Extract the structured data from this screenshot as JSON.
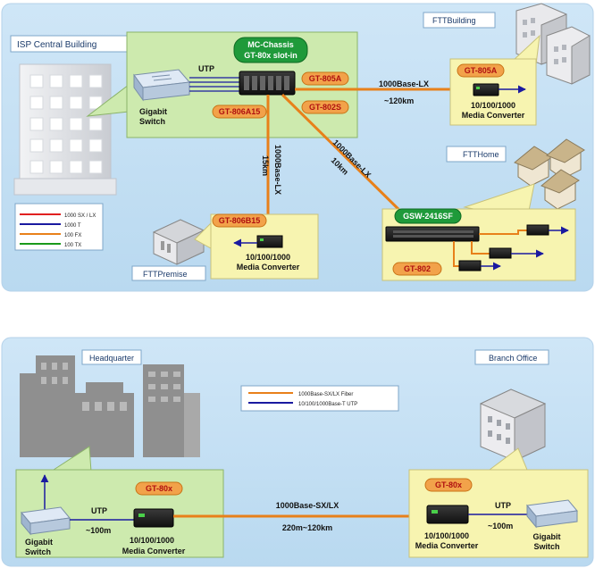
{
  "top": {
    "isp_building_label": "ISP Central Building",
    "ftt_building_label": "FTTBuilding",
    "ftt_home_label": "FTTHome",
    "ftt_premise_label": "FTTPremise",
    "chassis_line1": "MC-Chassis",
    "chassis_line2": "GT-80x slot-in",
    "utp_label": "UTP",
    "gigabit_switch_line1": "Gigabit",
    "gigabit_switch_line2": "Switch",
    "card_805a": "GT-805A",
    "card_806a15": "GT-806A15",
    "card_802s": "GT-802S",
    "link_right_line1": "1000Base-LX",
    "link_right_line2": "~120km",
    "link_down_line1": "1000Base-LX",
    "link_down_line2": "15km",
    "link_diag_line1": "1000Base-LX",
    "link_diag_line2": "10km",
    "building_unit": "GT-805A",
    "premise_unit": "GT-806B15",
    "home_switch": "GSW-2416SF",
    "home_unit": "GT-802",
    "mc_line1": "10/100/1000",
    "mc_line2": "Media Converter",
    "legend": [
      {
        "text": "1000  SX / LX",
        "color": "#e02020"
      },
      {
        "text": "1000  T",
        "color": "#1a1aa0"
      },
      {
        "text": "100   FX",
        "color": "#e8801a"
      },
      {
        "text": "100   TX",
        "color": "#1a9a1a"
      }
    ]
  },
  "bottom": {
    "hq_label": "Headquarter",
    "branch_label": "Branch Office",
    "legend": [
      {
        "text": "1000Base-SX/LX Fiber",
        "color": "#e8801a"
      },
      {
        "text": "10/100/1000Base-T UTP",
        "color": "#1a1aa0"
      }
    ],
    "left_unit": "GT-80x",
    "right_unit": "GT-80x",
    "utp_left": "UTP",
    "dist_left": "~100m",
    "utp_right": "UTP",
    "dist_right": "~100m",
    "fiber_line1": "1000Base-SX/LX",
    "fiber_line2": "220m~120km",
    "switch_line1": "Gigabit",
    "switch_line2": "Switch",
    "mc_line1": "10/100/1000",
    "mc_line2": "Media Converter"
  }
}
